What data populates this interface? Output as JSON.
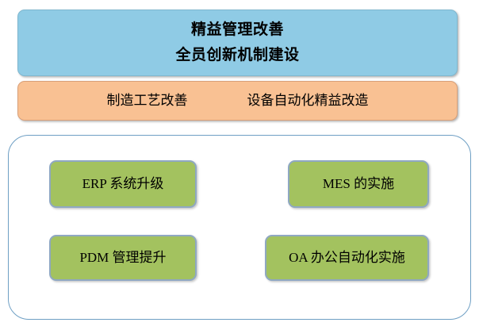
{
  "diagram": {
    "top_banner": {
      "lines": [
        "精益管理改善",
        "全员创新机制建设"
      ],
      "color": "#8FCBE5"
    },
    "second_banner": {
      "items": [
        "制造工艺改善",
        "设备自动化精益改造"
      ],
      "color": "#F9C193"
    },
    "group": {
      "color": "#FFFFFF",
      "border_color": "#6E9FC4",
      "items": [
        {
          "label": "ERP 系统升级"
        },
        {
          "label": "MES 的实施"
        },
        {
          "label": "PDM 管理提升"
        },
        {
          "label": "OA 办公自动化实施"
        }
      ],
      "item_color": "#A3C25F",
      "item_border_color": "#8FA8C2"
    }
  }
}
